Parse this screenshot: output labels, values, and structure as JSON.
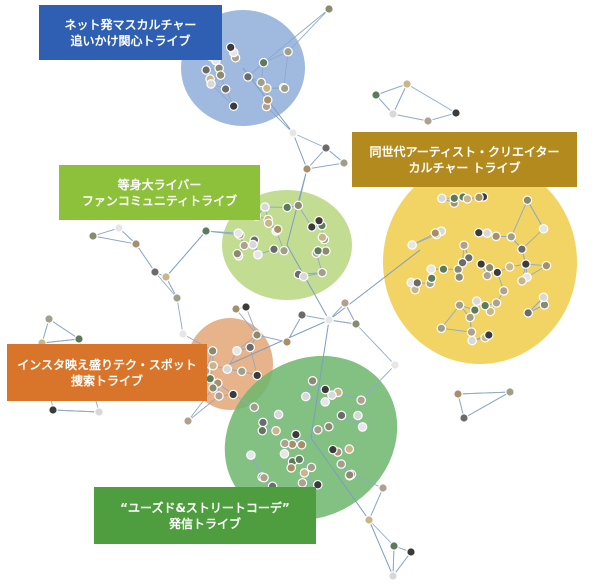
{
  "tribes": [
    {
      "id": "netmasu",
      "label_lines": [
        "ネット発マスカルチャー",
        "追いかけ関心トライブ"
      ],
      "color": "#2f5fb3",
      "blob": "#8fadd9"
    },
    {
      "id": "tomo",
      "label_lines": [
        "同世代アーティスト・クリエイター",
        "カルチャー トライブ"
      ],
      "color": "#b38a1e",
      "blob": "#f0cc4a"
    },
    {
      "id": "toushin",
      "label_lines": [
        "等身大ライバー",
        "ファンコミュニティトライブ"
      ],
      "color": "#8dc13c",
      "blob": "#b7d77f"
    },
    {
      "id": "insta",
      "label_lines": [
        "インスタ映え盛りテク・スポット",
        "捜索トライブ"
      ],
      "color": "#d9752a",
      "blob": "#e2a676"
    },
    {
      "id": "used",
      "label_lines": [
        "“ユーズド&ストリートコーデ”",
        "発信トライブ"
      ],
      "color": "#4e9e3f",
      "blob": "#6cb66b"
    }
  ]
}
